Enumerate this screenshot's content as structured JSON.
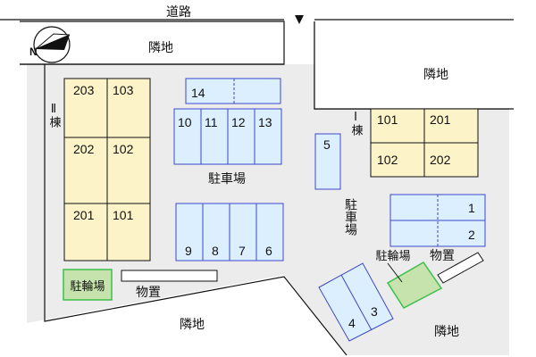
{
  "labels": {
    "road": "道路",
    "neighbor_top": "隣地",
    "neighbor_right": "隣地",
    "neighbor_bottom_left": "隣地",
    "neighbor_bottom_right": "隣地",
    "parking_left": "駐車場",
    "parking_right": "駐車場",
    "bike_left": "駐輪場",
    "bike_right": "駐輪場",
    "storage_left": "物置",
    "storage_right": "物置",
    "building_2": "Ⅱ棟",
    "building_1": "Ⅰ棟"
  },
  "building_2_units": [
    "203",
    "103",
    "202",
    "102",
    "201",
    "101"
  ],
  "building_1_units": [
    "101",
    "201",
    "102",
    "202"
  ],
  "parking": {
    "p14": "14",
    "row_10_13": [
      "10",
      "11",
      "12",
      "13"
    ],
    "row_9_6": [
      "9",
      "8",
      "7",
      "6"
    ],
    "p5": "5",
    "p1": "1",
    "p2": "2",
    "p4": "4",
    "p3": "3"
  },
  "compass_letter": "N",
  "colors": {
    "building_fill": "#fdf3c8",
    "parking_fill": "#dcefff",
    "parking_stroke": "#3b48c8",
    "bike_fill": "#c6e3ad",
    "bike_stroke": "#3dbf4a",
    "ground_fill": "#ececec"
  }
}
